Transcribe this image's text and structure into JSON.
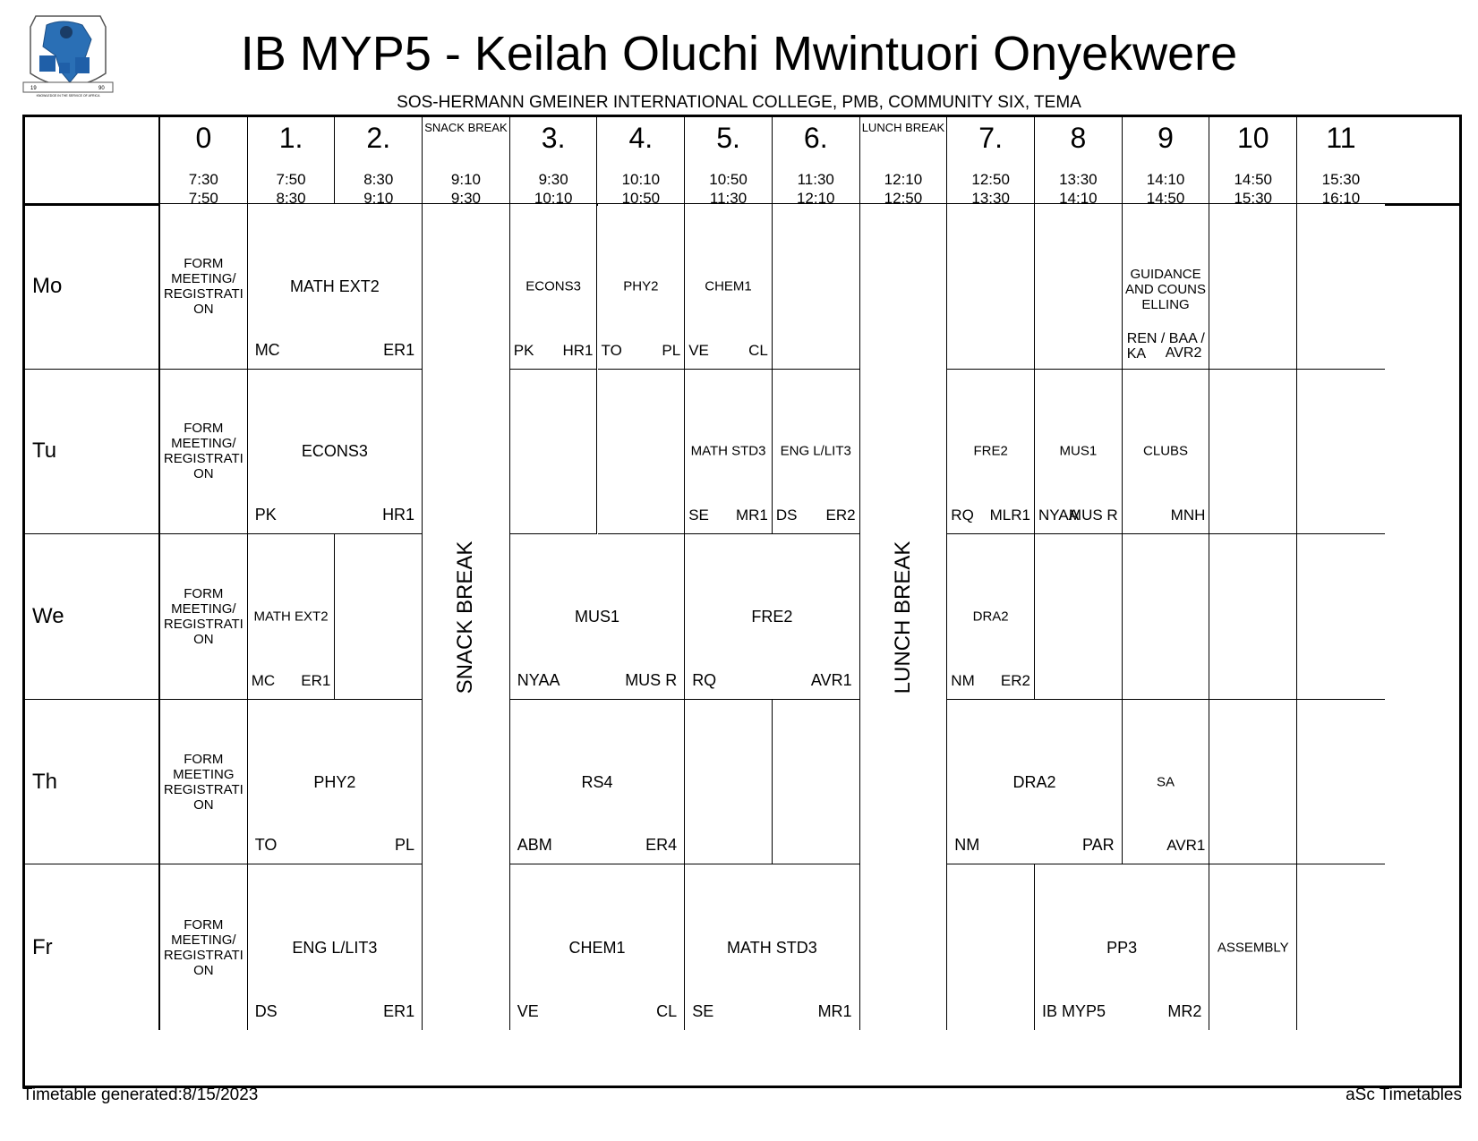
{
  "header": {
    "title": "IB MYP5 - Keilah Oluchi Mwintuori Onyekwere",
    "subtitle": "SOS-HERMANN GMEINER INTERNATIONAL COLLEGE, PMB, COMMUNITY SIX, TEMA"
  },
  "logo": {
    "icon": "school-crest-icon",
    "text": [
      "19",
      "90",
      "KNOWLEDGE IN THE SERVICE OF AFRICA"
    ]
  },
  "periods": [
    {
      "label": "0",
      "start": "7:30",
      "end": "7:50"
    },
    {
      "label": "1.",
      "start": "7:50",
      "end": "8:30"
    },
    {
      "label": "2.",
      "start": "8:30",
      "end": "9:10"
    },
    {
      "label": "SNACK BREAK",
      "start": "9:10",
      "end": "9:30"
    },
    {
      "label": "3.",
      "start": "9:30",
      "end": "10:10"
    },
    {
      "label": "4.",
      "start": "10:10",
      "end": "10:50"
    },
    {
      "label": "5.",
      "start": "10:50",
      "end": "11:30"
    },
    {
      "label": "6.",
      "start": "11:30",
      "end": "12:10"
    },
    {
      "label": "LUNCH BREAK",
      "start": "12:10",
      "end": "12:50"
    },
    {
      "label": "7.",
      "start": "12:50",
      "end": "13:30"
    },
    {
      "label": "8",
      "start": "13:30",
      "end": "14:10"
    },
    {
      "label": "9",
      "start": "14:10",
      "end": "14:50"
    },
    {
      "label": "10",
      "start": "14:50",
      "end": "15:30"
    },
    {
      "label": "11",
      "start": "15:30",
      "end": "16:10"
    }
  ],
  "days": [
    "Mo",
    "Tu",
    "We",
    "Th",
    "Fr"
  ],
  "form_meeting": {
    "standard": [
      "FORM",
      "MEETING/",
      "REGISTRATI",
      "ON"
    ],
    "thursday": [
      "FORM",
      "MEETING",
      "REGISTRATI",
      "ON"
    ]
  },
  "breaks": {
    "snack": "SNACK BREAK",
    "lunch": "LUNCH BREAK"
  },
  "lessons": [
    {
      "day": 0,
      "col": 2,
      "span": 2,
      "subject": "MATH EXT2",
      "teacher": "MC",
      "room": "ER1"
    },
    {
      "day": 0,
      "col": 5,
      "span": 1,
      "subject": "ECONS3",
      "teacher": "PK",
      "room": "HR1",
      "small": true
    },
    {
      "day": 0,
      "col": 6,
      "span": 1,
      "subject": "PHY2",
      "teacher": "TO",
      "room": "PL",
      "small": true
    },
    {
      "day": 0,
      "col": 7,
      "span": 1,
      "subject": "CHEM1",
      "teacher": "VE",
      "room": "CL",
      "small": true
    },
    {
      "day": 0,
      "col": 12,
      "span": 1,
      "subject": "GUIDANCE AND COUNS ELLING",
      "teacher": "REN / BAA / KA",
      "room": "AVR2",
      "guidance": true
    },
    {
      "day": 1,
      "col": 2,
      "span": 2,
      "subject": "ECONS3",
      "teacher": "PK",
      "room": "HR1"
    },
    {
      "day": 1,
      "col": 7,
      "span": 1,
      "subject": "MATH STD3",
      "teacher": "SE",
      "room": "MR1",
      "small": true
    },
    {
      "day": 1,
      "col": 8,
      "span": 1,
      "subject": "ENG L/LIT3",
      "teacher": "DS",
      "room": "ER2",
      "small": true
    },
    {
      "day": 1,
      "col": 10,
      "span": 1,
      "subject": "FRE2",
      "teacher": "RQ",
      "room": "MLR1",
      "small": true
    },
    {
      "day": 1,
      "col": 11,
      "span": 1,
      "subject": "MUS1",
      "teacher": "NYAA",
      "room": "MUS R",
      "small": true
    },
    {
      "day": 1,
      "col": 12,
      "span": 1,
      "subject": "CLUBS",
      "teacher": "",
      "room": "MNH",
      "small": true
    },
    {
      "day": 2,
      "col": 2,
      "span": 1,
      "subject": "MATH EXT2",
      "teacher": "MC",
      "room": "ER1",
      "small": true
    },
    {
      "day": 2,
      "col": 5,
      "span": 2,
      "subject": "MUS1",
      "teacher": "NYAA",
      "room": "MUS R"
    },
    {
      "day": 2,
      "col": 7,
      "span": 2,
      "subject": "FRE2",
      "teacher": "RQ",
      "room": "AVR1"
    },
    {
      "day": 2,
      "col": 10,
      "span": 1,
      "subject": "DRA2",
      "teacher": "NM",
      "room": "ER2",
      "small": true
    },
    {
      "day": 3,
      "col": 2,
      "span": 2,
      "subject": "PHY2",
      "teacher": "TO",
      "room": "PL"
    },
    {
      "day": 3,
      "col": 5,
      "span": 2,
      "subject": "RS4",
      "teacher": "ABM",
      "room": "ER4"
    },
    {
      "day": 3,
      "col": 10,
      "span": 2,
      "subject": "DRA2",
      "teacher": "NM",
      "room": "PAR"
    },
    {
      "day": 3,
      "col": 12,
      "span": 1,
      "subject": "SA",
      "teacher": "",
      "room": "AVR1",
      "small": true
    },
    {
      "day": 4,
      "col": 2,
      "span": 2,
      "subject": "ENG L/LIT3",
      "teacher": "DS",
      "room": "ER1"
    },
    {
      "day": 4,
      "col": 5,
      "span": 2,
      "subject": "CHEM1",
      "teacher": "VE",
      "room": "CL"
    },
    {
      "day": 4,
      "col": 7,
      "span": 2,
      "subject": "MATH STD3",
      "teacher": "SE",
      "room": "MR1"
    },
    {
      "day": 4,
      "col": 11,
      "span": 2,
      "subject": "PP3",
      "teacher": "IB MYP5",
      "room": "MR2"
    },
    {
      "day": 4,
      "col": 13,
      "span": 1,
      "subject": "ASSEMBLY",
      "teacher": "",
      "room": "",
      "small": true
    }
  ],
  "empty_cells": [
    {
      "day": 0,
      "col": 8
    },
    {
      "day": 0,
      "col": 10
    },
    {
      "day": 0,
      "col": 11
    },
    {
      "day": 0,
      "col": 13
    },
    {
      "day": 0,
      "col": 14
    },
    {
      "day": 1,
      "col": 5
    },
    {
      "day": 1,
      "col": 6
    },
    {
      "day": 1,
      "col": 13
    },
    {
      "day": 1,
      "col": 14
    },
    {
      "day": 2,
      "col": 3
    },
    {
      "day": 2,
      "col": 11
    },
    {
      "day": 2,
      "col": 12
    },
    {
      "day": 2,
      "col": 13
    },
    {
      "day": 2,
      "col": 14
    },
    {
      "day": 3,
      "col": 7
    },
    {
      "day": 3,
      "col": 8
    },
    {
      "day": 3,
      "col": 13
    },
    {
      "day": 3,
      "col": 14
    },
    {
      "day": 4,
      "col": 10
    },
    {
      "day": 4,
      "col": 14
    }
  ],
  "footer": {
    "left": "Timetable generated:8/15/2023",
    "right": "aSc Timetables"
  }
}
